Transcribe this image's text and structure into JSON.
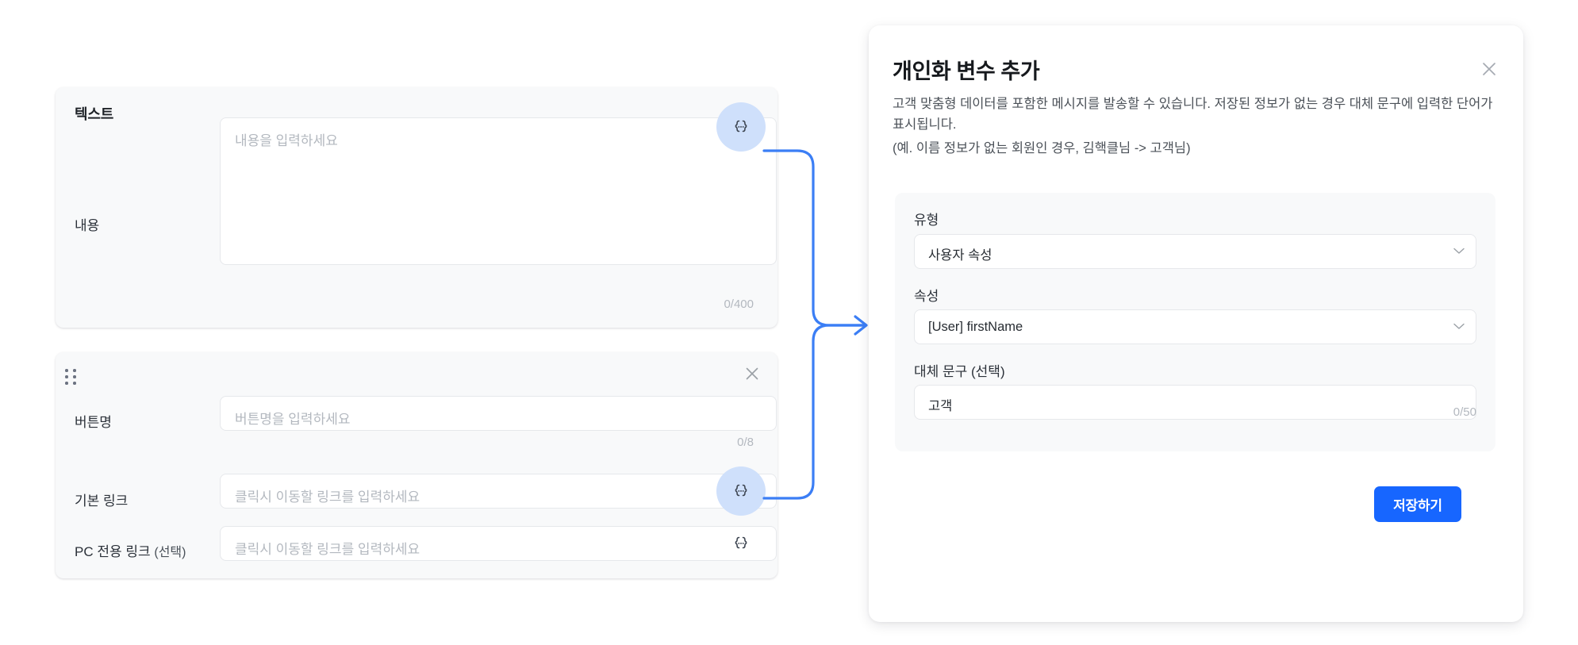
{
  "text_card": {
    "title": "텍스트",
    "content_label": "내용",
    "content_placeholder": "내용을 입력하세요",
    "content_value": "",
    "counter": "0/400",
    "variable_icon": "curly-braces-icon"
  },
  "button_card": {
    "drag_icon": "drag-handle-icon",
    "close_icon": "close-icon",
    "button_name_label": "버튼명",
    "button_name_placeholder": "버튼명을 입력하세요",
    "button_name_value": "",
    "button_name_counter": "0/8",
    "default_link_label": "기본 링크",
    "default_link_placeholder": "클릭시 이동할 링크를 입력하세요",
    "default_link_value": "",
    "pc_link_label": "PC 전용 링크",
    "pc_link_label_optional": "(선택)",
    "pc_link_placeholder": "클릭시 이동할 링크를 입력하세요",
    "pc_link_value": "",
    "variable_icon": "curly-braces-icon"
  },
  "panel": {
    "title": "개인화 변수 추가",
    "close_icon": "close-icon",
    "description_line1": "고객 맞춤형 데이터를 포함한 메시지를 발송할 수 있습니다. 저장된 정보가 없는 경우 대체 문구에 입력한 단어가 표시됩니다.",
    "description_line2": "(예. 이름 정보가 없는 회원인 경우, 김핵클님 -> 고객님)",
    "form": {
      "type_label": "유형",
      "type_value": "사용자 속성",
      "type_chevron": "chevron-down-icon",
      "attribute_label": "속성",
      "attribute_value": "[User] firstName",
      "attribute_chevron": "chevron-down-icon",
      "alt_text_label": "대체 문구 (선택)",
      "alt_text_value": "고객",
      "alt_text_counter": "0/50"
    },
    "save_label": "저장하기"
  },
  "colors": {
    "accent": "#1766ff",
    "connector": "#3b7ef5",
    "halo": "#cfe0fb",
    "card_bg": "#f8f9fa",
    "placeholder": "#b3b8bf"
  }
}
